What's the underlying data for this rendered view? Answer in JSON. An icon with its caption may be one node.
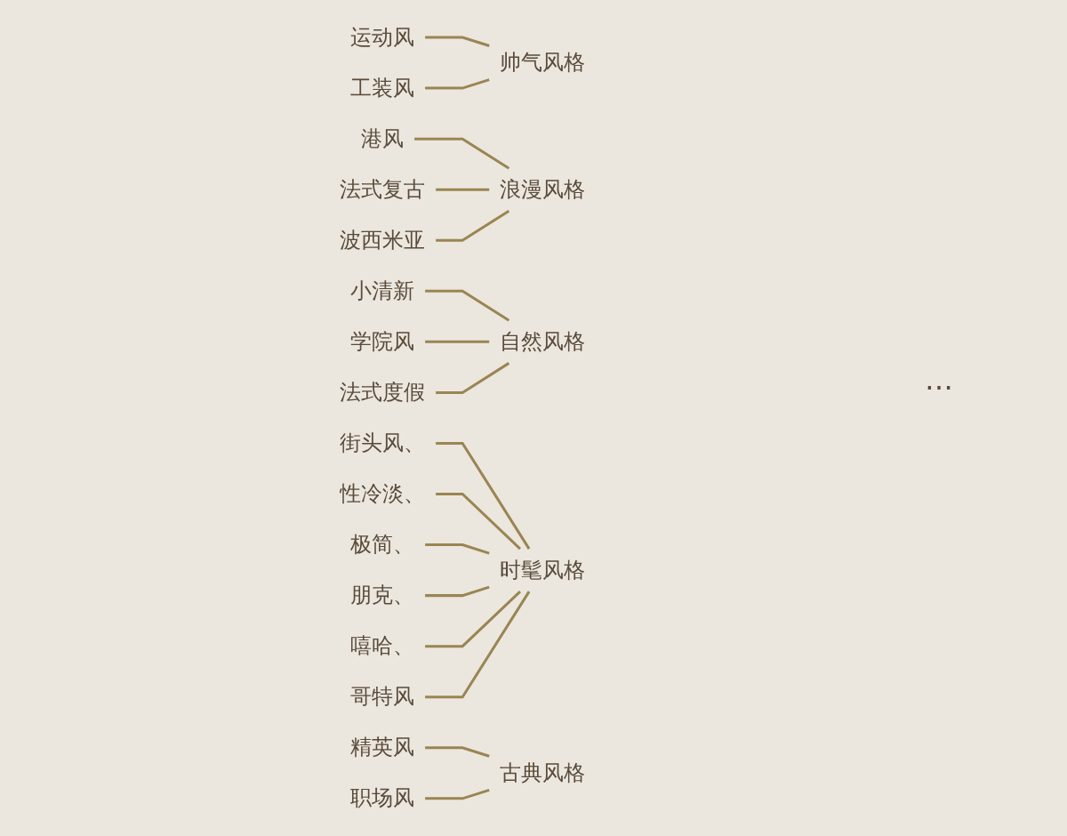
{
  "diagram": {
    "nodes": [
      {
        "text": [
          "运动风"
        ]
      },
      {
        "text": [
          "工装风"
        ]
      },
      {
        "text": [
          "帅气风格"
        ]
      },
      {
        "text": [
          "港风"
        ]
      },
      {
        "text": [
          "法式复古"
        ]
      },
      {
        "text": [
          "波西米亚"
        ]
      },
      {
        "text": [
          "浪漫风格"
        ]
      },
      {
        "text": [
          "小清新"
        ]
      },
      {
        "text": [
          "学院风"
        ]
      },
      {
        "text": [
          "法式度假"
        ]
      },
      {
        "text": [
          "自然风格"
        ]
      },
      {
        "text": [
          "街头风、"
        ]
      },
      {
        "text": [
          "性冷淡、"
        ]
      },
      {
        "text": [
          "极简、"
        ]
      },
      {
        "text": [
          "朋克、"
        ]
      },
      {
        "text": [
          "嘻哈、"
        ]
      },
      {
        "text": [
          "哥特风"
        ]
      },
      {
        "text": [
          "时髦风格"
        ]
      },
      {
        "text": [
          "精英风"
        ]
      },
      {
        "text": [
          "职场风"
        ]
      },
      {
        "text": [
          "古典风格"
        ]
      }
    ],
    "edges": [
      {
        "from": 0,
        "to": 2,
        "arrow": "none"
      },
      {
        "from": 1,
        "to": 2,
        "arrow": "none"
      },
      {
        "from": 3,
        "to": 6,
        "arrow": "none"
      },
      {
        "from": 4,
        "to": 6,
        "arrow": "none"
      },
      {
        "from": 5,
        "to": 6,
        "arrow": "none"
      },
      {
        "from": 7,
        "to": 10,
        "arrow": "none"
      },
      {
        "from": 8,
        "to": 10,
        "arrow": "none"
      },
      {
        "from": 9,
        "to": 10,
        "arrow": "none"
      },
      {
        "from": 11,
        "to": 17,
        "arrow": "none"
      },
      {
        "from": 12,
        "to": 17,
        "arrow": "none"
      },
      {
        "from": 13,
        "to": 17,
        "arrow": "none"
      },
      {
        "from": 14,
        "to": 17,
        "arrow": "none"
      },
      {
        "from": 15,
        "to": 17,
        "arrow": "none"
      },
      {
        "from": 16,
        "to": 17,
        "arrow": "none"
      },
      {
        "from": 18,
        "to": 20,
        "arrow": "none"
      },
      {
        "from": 19,
        "to": 20,
        "arrow": "none"
      }
    ],
    "labels": [
      "…"
    ]
  }
}
